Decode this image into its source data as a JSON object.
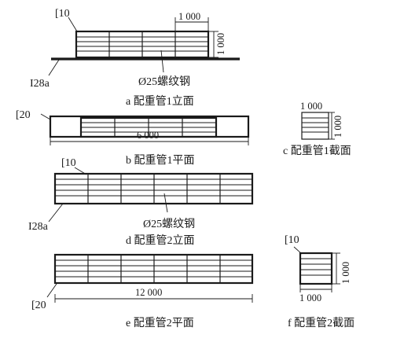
{
  "figures": {
    "a": {
      "caption": "a 配重管1立面",
      "channel_label": "[10",
      "beam_label": "I28a",
      "rebar_label": "Ø25螺纹钢",
      "dim_width": "1 000",
      "dim_height": "1 000"
    },
    "b": {
      "caption": "b 配重管1平面",
      "channel_label": "[20",
      "dim_length": "6 000"
    },
    "c": {
      "caption": "c 配重管1截面",
      "dim_width": "1 000",
      "dim_height": "1 000"
    },
    "d": {
      "caption": "d 配重管2立面",
      "channel_label": "[10",
      "beam_label": "I28a",
      "rebar_label": "Ø25螺纹钢"
    },
    "e": {
      "caption": "e 配重管2平面",
      "channel_label": "[20",
      "dim_length": "12 000"
    },
    "f": {
      "caption": "f 配重管2截面",
      "channel_label": "[10",
      "dim_width": "1 000",
      "dim_height": "1 000"
    }
  }
}
